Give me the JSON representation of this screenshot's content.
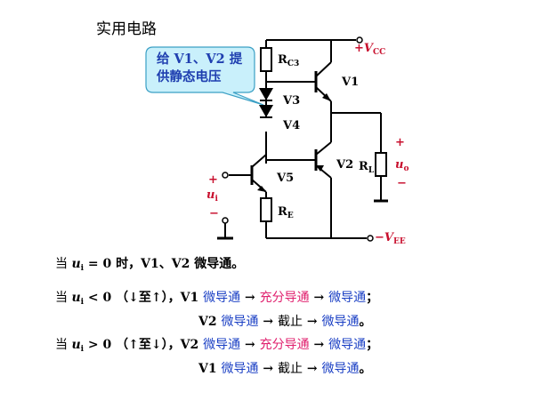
{
  "title": "实用电路",
  "callout": {
    "line1": "给 V1、V2 提",
    "line2": "供静态电压"
  },
  "circuit": {
    "rc3": "R",
    "rc3_sub": "C3",
    "vcc_sign": "+",
    "vcc": "V",
    "vcc_sub": "CC",
    "v1": "V1",
    "v2": "V2",
    "v3": "V3",
    "v4": "V4",
    "v5": "V5",
    "rl": "R",
    "rl_sub": "L",
    "re": "R",
    "re_sub": "E",
    "vee_sign": "−",
    "vee": "V",
    "vee_sub": "EE",
    "out_plus": "+",
    "out_minus": "−",
    "uo": "u",
    "uo_sub": "o",
    "in_plus": "+",
    "in_minus": "−",
    "ui": "u",
    "ui_sub": "i"
  },
  "lines": {
    "l1": {
      "a": "当 ",
      "u": "u",
      "sub": "i",
      "b": " = 0 时，V1、V2 微导通。"
    },
    "l2": {
      "a": "当 ",
      "u": "u",
      "sub": "i",
      "b": " < 0 （↓至↑），V1 ",
      "s1": "微导通",
      "arr1": " → ",
      "s2": "充分导通",
      "arr2": " → ",
      "s3": "微导通",
      "end": "；"
    },
    "l3": {
      "a": "V2 ",
      "s1": "微导通",
      "arr1": " → ",
      "s2": "截止",
      "arr2": " → ",
      "s3": "微导通",
      "end": "。"
    },
    "l4": {
      "a": "当 ",
      "u": "u",
      "sub": "i",
      "b": " > 0 （↑至↓），V2 ",
      "s1": "微导通",
      "arr1": " → ",
      "s2": "充分导通",
      "arr2": " → ",
      "s3": "微导通",
      "end": "；"
    },
    "l5": {
      "a": "V1 ",
      "s1": "微导通",
      "arr1": " → ",
      "s2": "截止",
      "arr2": " → ",
      "s3": "微导通",
      "end": "。"
    }
  }
}
